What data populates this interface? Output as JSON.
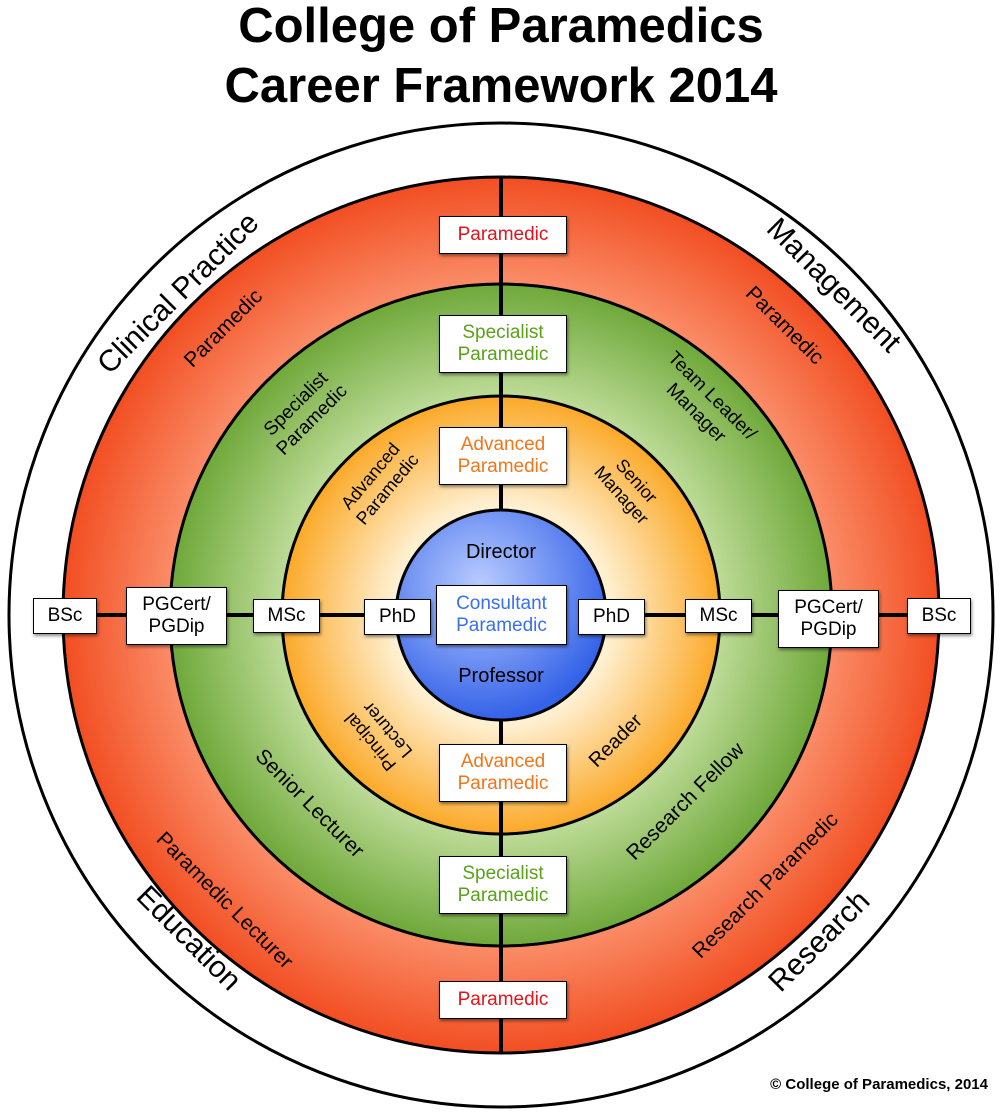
{
  "title": {
    "line1": "College of Paramedics",
    "line2": "Career Framework 2014"
  },
  "quadrants": {
    "clinical_practice": "Clinical Practice",
    "management": "Management",
    "education": "Education",
    "research": "Research"
  },
  "ring_labels": {
    "clinical_red": "Paramedic",
    "clinical_green_1": "Specialist",
    "clinical_green_2": "Paramedic",
    "clinical_yellow_1": "Advanced",
    "clinical_yellow_2": "Paramedic",
    "management_red": "Paramedic",
    "management_green_1": "Team Leader/",
    "management_green_2": "Manager",
    "management_yellow_1": "Senior",
    "management_yellow_2": "Manager",
    "education_red": "Paramedic Lecturer",
    "education_green": "Senior Lecturer",
    "education_yellow_1": "Principal",
    "education_yellow_2": "Lecturer",
    "research_red": "Research Paramedic",
    "research_green": "Research Fellow",
    "research_yellow": "Reader"
  },
  "center": {
    "top": "Director",
    "middle_1": "Consultant",
    "middle_2": "Paramedic",
    "bottom": "Professor"
  },
  "boxes": {
    "top_paramedic": "Paramedic",
    "top_specialist_1": "Specialist",
    "top_specialist_2": "Paramedic",
    "top_advanced_1": "Advanced",
    "top_advanced_2": "Paramedic",
    "bottom_advanced_1": "Advanced",
    "bottom_advanced_2": "Paramedic",
    "bottom_specialist_1": "Specialist",
    "bottom_specialist_2": "Paramedic",
    "bottom_paramedic": "Paramedic",
    "left_bsc": "BSc",
    "left_pgcert_1": "PGCert/",
    "left_pgcert_2": "PGDip",
    "left_msc": "MSc",
    "left_phd": "PhD",
    "right_phd": "PhD",
    "right_msc": "MSc",
    "right_pgcert_1": "PGCert/",
    "right_pgcert_2": "PGDip",
    "right_bsc": "BSc"
  },
  "colors": {
    "red_ring": "#f15a2b",
    "green_ring": "#7fb347",
    "yellow_ring": "#fbb03b",
    "blue_center": "#4a78f0"
  },
  "copyright": "© College of Paramedics, 2014"
}
